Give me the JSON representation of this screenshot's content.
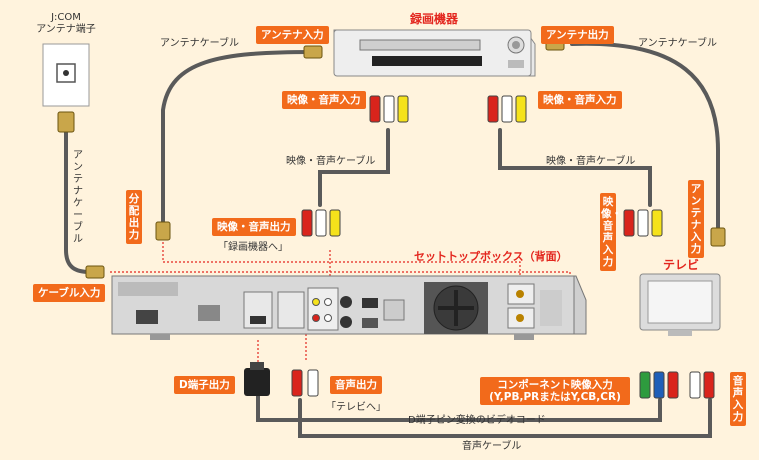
{
  "jcom": {
    "line1": "J:COM",
    "line2": "アンテナ端子"
  },
  "recorder": {
    "title": "録画機器"
  },
  "tv": {
    "title": "テレビ"
  },
  "stb": {
    "title": "セットトップボックス（背面）"
  },
  "labels": {
    "antenna_input": "アンテナ入力",
    "antenna_output": "アンテナ出力",
    "antenna_cable_left": "アンテナケーブル",
    "antenna_cable_right": "アンテナケーブル",
    "antenna_cable_vertical": "アンテナケーブル",
    "av_input": "映像・音声入力",
    "av_input_right": "映像・音声入力",
    "av_cable_left": "映像・音声ケーブル",
    "av_cable_right": "映像・音声ケーブル",
    "splitter_output": "分配出力",
    "av_output": "映像・音声出力",
    "to_recorder": "「録画機器へ」",
    "cable_input": "ケーブル入力",
    "tv_av_input": "映像・音声入力",
    "tv_antenna_input": "アンテナ入力",
    "d_terminal_output": "D端子出力",
    "audio_output": "音声出力",
    "to_tv": "「テレビへ」",
    "component_input_line1": "コンポーネント映像入力",
    "component_input_line2": "(Y,PB,PRまたはY,CB,CR)",
    "audio_input": "音声入力",
    "d_cable": "D端子ピン変換のビデオコード",
    "audio_cable": "音声ケーブル"
  },
  "colors": {
    "tag": "#f26a1b",
    "cable": "#555555",
    "red_plug": "#d9241c",
    "white_plug": "#ffffff",
    "yellow_plug": "#f5e21b",
    "green_plug": "#2e9b3e",
    "blue_plug": "#1f5fb8",
    "dotted": "#e3261e"
  }
}
